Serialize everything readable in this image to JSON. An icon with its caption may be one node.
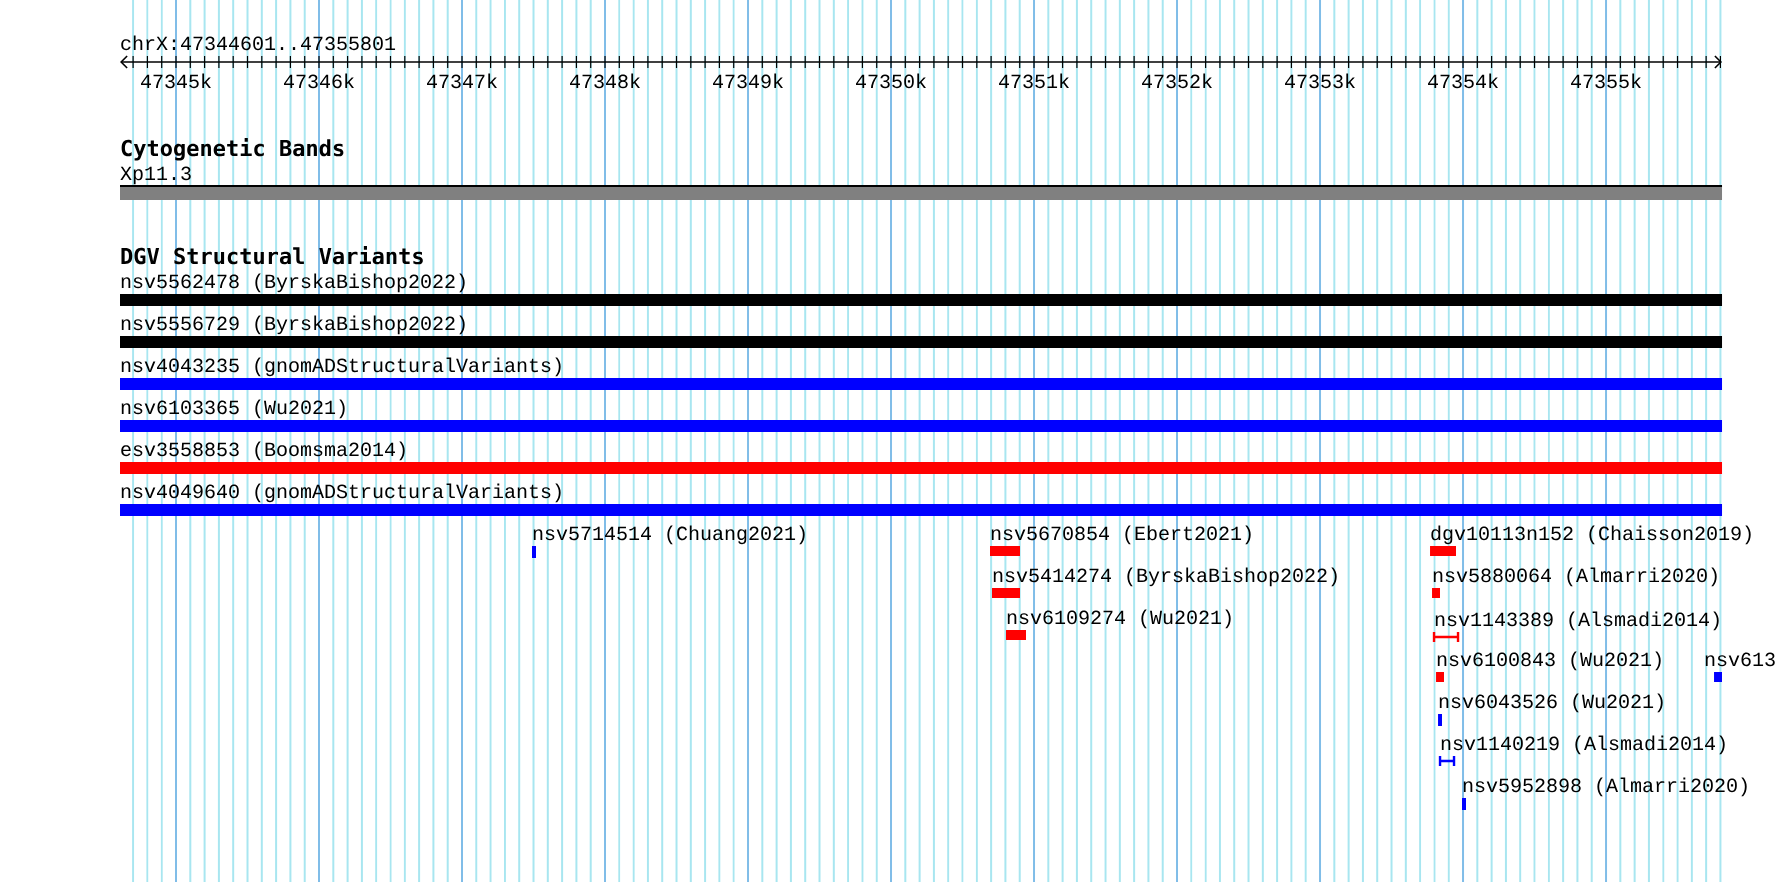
{
  "diagram": {
    "nodes": [
      {
        "text": [
          "Xp11.3"
        ]
      },
      {
        "text": [
          "nsv5562478 (ByrskaBishop2022)"
        ]
      },
      {
        "text": [
          "nsv5556729 (ByrskaBishop2022)"
        ]
      },
      {
        "text": [
          "nsv4043235 (gnomADStructuralVariants)"
        ]
      },
      {
        "text": [
          "nsv6103365 (Wu2021)"
        ]
      },
      {
        "text": [
          "esv3558853 (Boomsma2014)"
        ]
      },
      {
        "text": [
          "nsv4049640 (gnomADStructuralVariants)"
        ]
      },
      {
        "text": [
          "nsv5714514 (Chuang2021)"
        ]
      },
      {
        "text": [
          "nsv5670854 (Ebert2021)"
        ]
      },
      {
        "text": [
          "dgv10113n152 (Chaisson2019)"
        ]
      },
      {
        "text": [
          "nsv5414274 (ByrskaBishop2022)"
        ]
      },
      {
        "text": [
          "nsv5880064 (Almarri2020)"
        ]
      },
      {
        "text": [
          "nsv6109274 (Wu2021)"
        ]
      },
      {
        "text": [
          "nsv1143389 (Alsmadi2014)"
        ]
      },
      {
        "text": [
          "nsv6100843 (Wu2021)"
        ]
      },
      {
        "text": [
          "nsv613"
        ]
      },
      {
        "text": [
          "nsv6043526 (Wu2021)"
        ]
      },
      {
        "text": [
          "nsv1140219 (Alsmadi2014)"
        ]
      },
      {
        "text": [
          "nsv5952898 (Almarri2020)"
        ]
      }
    ],
    "labels": [
      "chrX:47344601..47355801",
      "47345k",
      "47346k",
      "47347k",
      "47348k",
      "47349k",
      "47350k",
      "47351k",
      "47352k",
      "47353k",
      "47354k",
      "47355k",
      "Cytogenetic Bands",
      "DGV Structural Variants"
    ]
  }
}
